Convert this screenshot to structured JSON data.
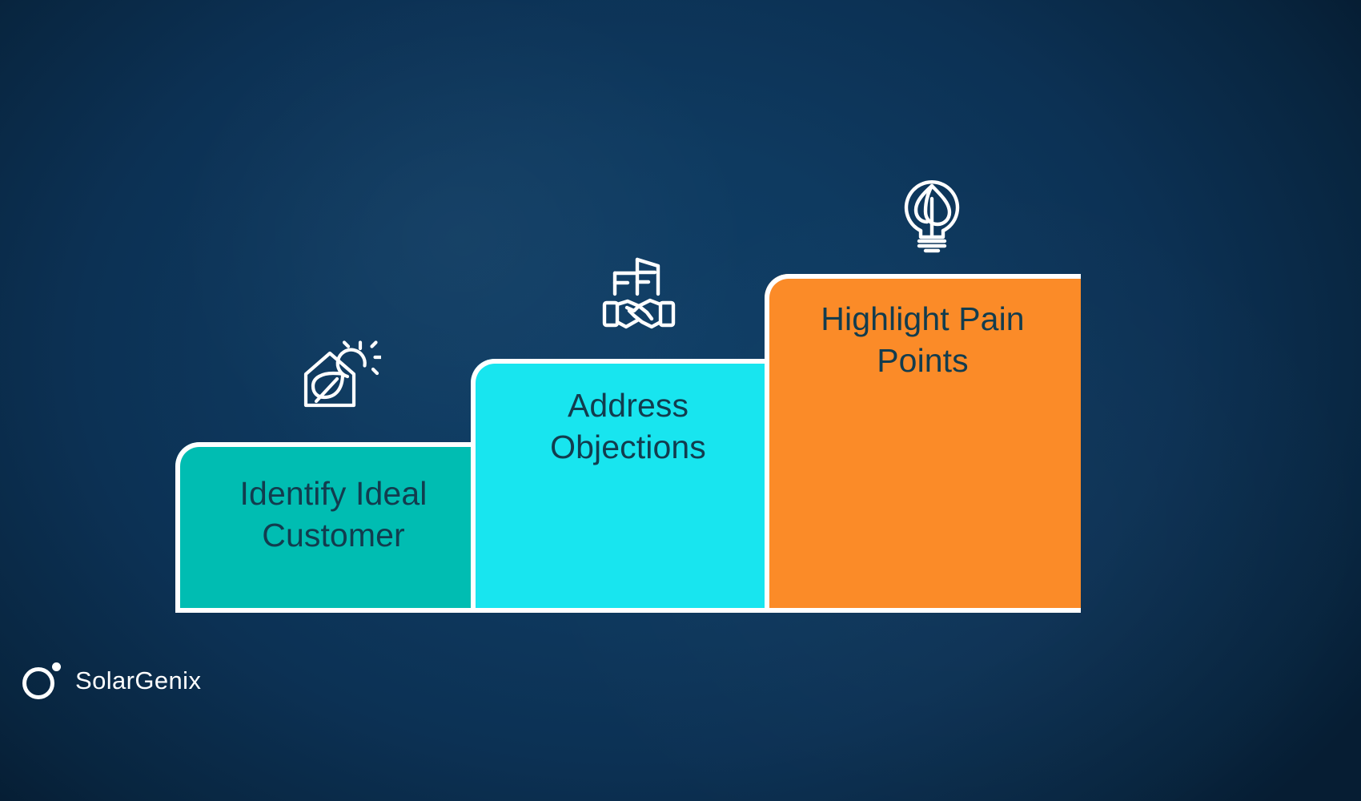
{
  "slide": {
    "background_color": "#0c3154",
    "background_accent": "#0f3e66"
  },
  "brand": {
    "name": "SolarGenix",
    "logo_icon": "ring-dot-logo-icon",
    "logo_color": "#ffffff"
  },
  "steps": [
    {
      "id": "step-1",
      "label": "Identify Ideal Customer",
      "color": "#00bdb2",
      "text_color": "#123c4e",
      "icon": "house-leaf-sun-icon"
    },
    {
      "id": "step-2",
      "label": "Address Objections",
      "color": "#18e5ef",
      "text_color": "#123c4e",
      "icon": "handshake-solar-icon"
    },
    {
      "id": "step-3",
      "label": "Highlight Pain Points",
      "color": "#fb8b28",
      "text_color": "#123c4e",
      "icon": "lightbulb-leaf-icon"
    }
  ]
}
